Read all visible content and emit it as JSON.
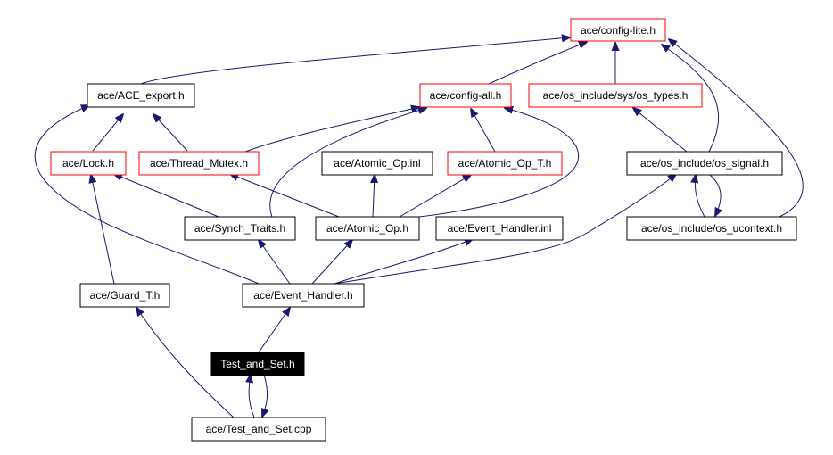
{
  "colors": {
    "edge": "#191970",
    "node_border_default": "#000000",
    "node_border_red": "#ff0000",
    "focus_fill": "#000000",
    "focus_text": "#ffffff"
  },
  "nodes": {
    "config_lite": {
      "label": "ace/config-lite.h",
      "border": "red"
    },
    "ace_export": {
      "label": "ace/ACE_export.h",
      "border": "black"
    },
    "config_all": {
      "label": "ace/config-all.h",
      "border": "red"
    },
    "os_types": {
      "label": "ace/os_include/sys/os_types.h",
      "border": "red"
    },
    "lock": {
      "label": "ace/Lock.h",
      "border": "red"
    },
    "thread_mutex": {
      "label": "ace/Thread_Mutex.h",
      "border": "red"
    },
    "atomic_op_inl": {
      "label": "ace/Atomic_Op.inl",
      "border": "black"
    },
    "atomic_op_t": {
      "label": "ace/Atomic_Op_T.h",
      "border": "red"
    },
    "os_signal": {
      "label": "ace/os_include/os_signal.h",
      "border": "black"
    },
    "synch_traits": {
      "label": "ace/Synch_Traits.h",
      "border": "black"
    },
    "atomic_op": {
      "label": "ace/Atomic_Op.h",
      "border": "black"
    },
    "event_handler_inl": {
      "label": "ace/Event_Handler.inl",
      "border": "black"
    },
    "os_ucontext": {
      "label": "ace/os_include/os_ucontext.h",
      "border": "black"
    },
    "guard_t": {
      "label": "ace/Guard_T.h",
      "border": "black"
    },
    "event_handler": {
      "label": "ace/Event_Handler.h",
      "border": "black"
    },
    "test_and_set_h": {
      "label": "Test_and_Set.h",
      "border": "focus"
    },
    "test_and_set_cpp": {
      "label": "ace/Test_and_Set.cpp",
      "border": "black"
    }
  },
  "edges": [
    {
      "from": "ace_export",
      "to": "config_lite"
    },
    {
      "from": "config_all",
      "to": "config_lite"
    },
    {
      "from": "os_types",
      "to": "config_lite"
    },
    {
      "from": "os_signal",
      "to": "config_lite"
    },
    {
      "from": "os_ucontext",
      "to": "config_lite"
    },
    {
      "from": "lock",
      "to": "ace_export"
    },
    {
      "from": "thread_mutex",
      "to": "ace_export"
    },
    {
      "from": "event_handler",
      "to": "ace_export"
    },
    {
      "from": "thread_mutex",
      "to": "config_all"
    },
    {
      "from": "synch_traits",
      "to": "config_all"
    },
    {
      "from": "atomic_op_t",
      "to": "config_all"
    },
    {
      "from": "atomic_op",
      "to": "config_all"
    },
    {
      "from": "os_signal",
      "to": "os_types"
    },
    {
      "from": "synch_traits",
      "to": "lock"
    },
    {
      "from": "guard_t",
      "to": "lock"
    },
    {
      "from": "atomic_op",
      "to": "thread_mutex"
    },
    {
      "from": "atomic_op",
      "to": "atomic_op_inl"
    },
    {
      "from": "atomic_op",
      "to": "atomic_op_t"
    },
    {
      "from": "os_ucontext",
      "to": "os_signal"
    },
    {
      "from": "event_handler",
      "to": "os_signal"
    },
    {
      "from": "os_signal",
      "to": "os_ucontext"
    },
    {
      "from": "event_handler",
      "to": "synch_traits"
    },
    {
      "from": "event_handler",
      "to": "atomic_op"
    },
    {
      "from": "event_handler",
      "to": "event_handler_inl"
    },
    {
      "from": "test_and_set_h",
      "to": "event_handler"
    },
    {
      "from": "test_and_set_cpp",
      "to": "guard_t"
    },
    {
      "from": "test_and_set_cpp",
      "to": "test_and_set_h"
    },
    {
      "from": "test_and_set_h",
      "to": "test_and_set_cpp"
    }
  ]
}
